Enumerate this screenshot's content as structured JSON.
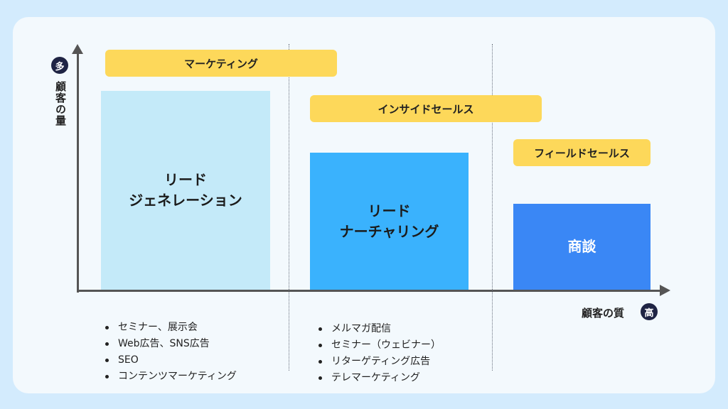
{
  "axes": {
    "y_badge": "多",
    "y_label": "顧客の量",
    "x_label": "顧客の質",
    "x_badge": "高"
  },
  "stages": {
    "marketing": "マーケティング",
    "inside_sales": "インサイドセールス",
    "field_sales": "フィールドセールス"
  },
  "bars": [
    {
      "line1": "リード",
      "line2": "ジェネレーション",
      "color": "#c4eaf9",
      "text_color": "#1b1b1b",
      "level": 0.83
    },
    {
      "line1": "リード",
      "line2": "ナーチャリング",
      "color": "#3ab2fd",
      "text_color": "#1b1b1b",
      "level": 0.57
    },
    {
      "line1": "商談",
      "line2": "",
      "color": "#3a87f5",
      "text_color": "#ffffff",
      "level": 0.36
    }
  ],
  "lists": {
    "left": [
      "セミナー、展示会",
      "Web広告、SNS広告",
      "SEO",
      "コンテンツマーケティング"
    ],
    "middle": [
      "メルマガ配信",
      "セミナー（ウェビナー）",
      "リターゲティング広告",
      "テレマーケティング"
    ]
  },
  "colors": {
    "background": "#d3ebfd",
    "panel": "#f3f9fd",
    "tag": "#fdd85a",
    "badge": "#1f2444"
  }
}
